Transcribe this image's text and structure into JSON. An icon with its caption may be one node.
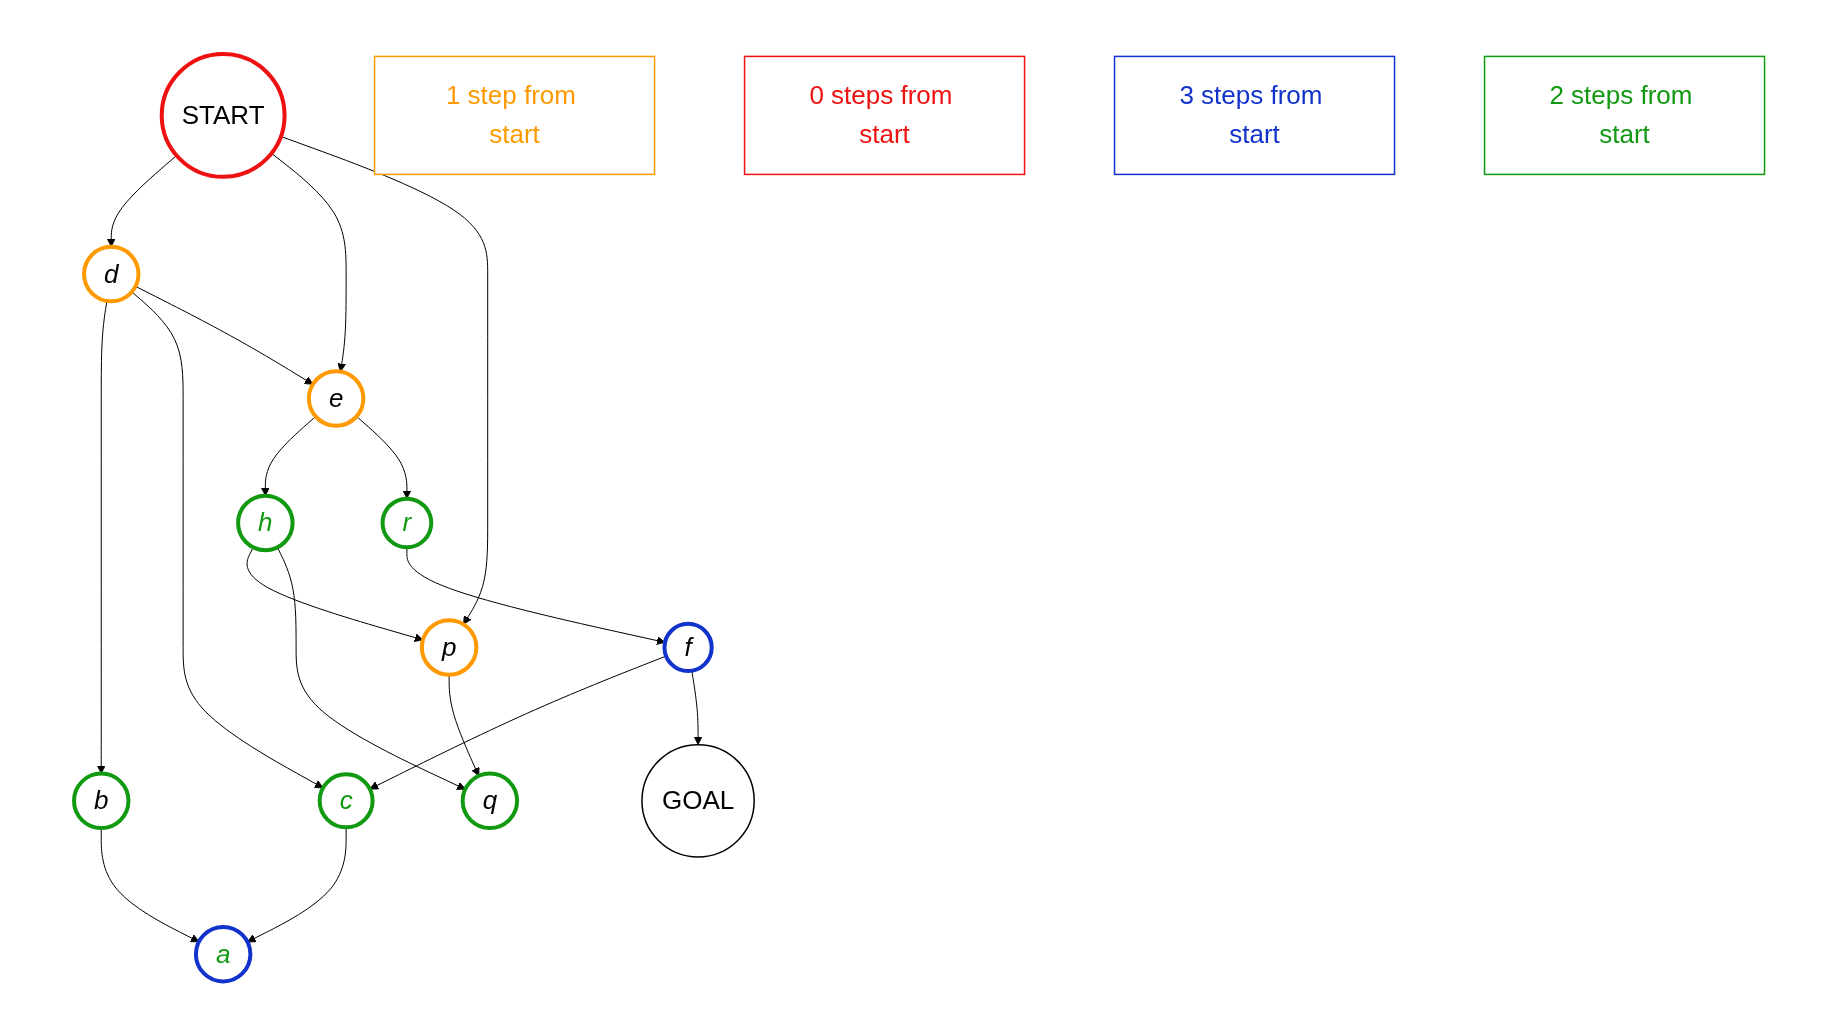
{
  "diagram": {
    "nodes": [
      {
        "text": [
          "1 step from start"
        ]
      },
      {
        "text": [
          "a"
        ]
      },
      {
        "text": [
          "GOAL"
        ]
      },
      {
        "text": [
          "b"
        ]
      },
      {
        "text": [
          "c"
        ]
      },
      {
        "text": [
          "e"
        ]
      },
      {
        "text": [
          "0 steps from start"
        ]
      },
      {
        "text": [
          "d"
        ]
      },
      {
        "text": [
          "f"
        ]
      },
      {
        "text": [
          "START"
        ]
      },
      {
        "text": [
          "h"
        ]
      },
      {
        "text": [
          "3 steps from start"
        ]
      },
      {
        "text": [
          "p"
        ]
      },
      {
        "text": [
          "r"
        ]
      },
      {
        "text": [
          "q"
        ]
      },
      {
        "text": [
          "2 steps from start"
        ]
      }
    ],
    "edges": [
      {
        "from": 3,
        "to": 1,
        "arrow": "to"
      },
      {
        "from": 4,
        "to": 1,
        "arrow": "to"
      },
      {
        "from": 7,
        "to": 3,
        "arrow": "to"
      },
      {
        "from": 7,
        "to": 4,
        "arrow": "to"
      },
      {
        "from": 7,
        "to": 5,
        "arrow": "to"
      },
      {
        "from": 9,
        "to": 7,
        "arrow": "to"
      },
      {
        "from": 9,
        "to": 5,
        "arrow": "to"
      },
      {
        "from": 9,
        "to": 12,
        "arrow": "to"
      },
      {
        "from": 5,
        "to": 10,
        "arrow": "to"
      },
      {
        "from": 5,
        "to": 13,
        "arrow": "to"
      },
      {
        "from": 10,
        "to": 12,
        "arrow": "to"
      },
      {
        "from": 10,
        "to": 14,
        "arrow": "to"
      },
      {
        "from": 12,
        "to": 14,
        "arrow": "to"
      },
      {
        "from": 13,
        "to": 8,
        "arrow": "to"
      },
      {
        "from": 8,
        "to": 4,
        "arrow": "to"
      },
      {
        "from": 8,
        "to": 2,
        "arrow": "to"
      }
    ]
  }
}
